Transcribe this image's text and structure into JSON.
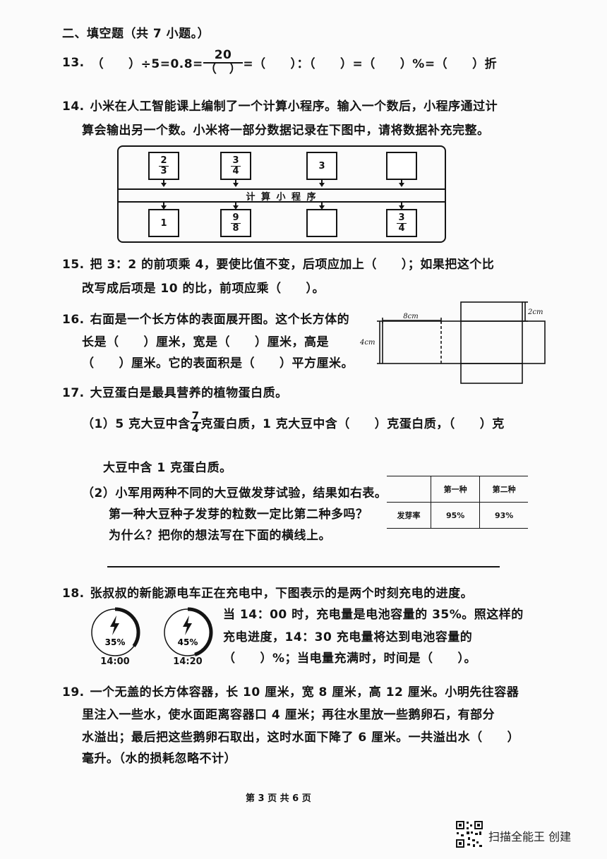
{
  "section": {
    "title": "二、填空题（共 7 小题。）"
  },
  "q13": {
    "num": "13.",
    "part1": "（　　）÷5=0.8=",
    "frac_num": "20",
    "frac_den": "（　）",
    "part2": "=（　　）：（　　）=（　　）%=（　　）折"
  },
  "q14": {
    "num": "14.",
    "line1": "小米在人工智能课上编制了一个计算小程序。输入一个数后，小程序通过计",
    "line2": "算会输出另一个数。小米将一部分数据记录在下图中，请将数据补充完整。",
    "program_label": "计 算 小 程 序",
    "inputs": [
      {
        "type": "frac",
        "num": "2",
        "den": "3"
      },
      {
        "type": "frac",
        "num": "3",
        "den": "4"
      },
      {
        "type": "text",
        "text": "3"
      },
      {
        "type": "text",
        "text": ""
      }
    ],
    "outputs": [
      {
        "type": "text",
        "text": "1"
      },
      {
        "type": "frac",
        "num": "9",
        "den": "8"
      },
      {
        "type": "text",
        "text": ""
      },
      {
        "type": "frac",
        "num": "3",
        "den": "4"
      }
    ]
  },
  "q15": {
    "num": "15.",
    "line1": "把 3：2 的前项乘 4，要使比值不变，后项应加上（　　）；如果把这个比",
    "line2": "改写成后项是 10 的比，前项应乘（　　）。"
  },
  "q16": {
    "num": "16.",
    "line1": "右面是一个长方体的表面展开图。这个长方体的",
    "line2": "长是（　　）厘米，宽是（　　）厘米，高是",
    "line3": "（　　）厘米。它的表面积是（　　）平方厘米。",
    "label_8cm": "8cm",
    "label_4cm": "4cm",
    "label_2cm": "2cm"
  },
  "q17": {
    "num": "17.",
    "intro": "大豆蛋白是最具营养的植物蛋白质。",
    "p1_a": "（1）5 克大豆中含",
    "p1_frac_num": "7",
    "p1_frac_den": "4",
    "p1_b": "克蛋白质，1 克大豆中含（　　）克蛋白质，（　　）克",
    "p1_c": "大豆中含 1 克蛋白质。",
    "p2_line1": "（2）小军用两种不同的大豆做发芽试验，结果如右表。",
    "p2_line2": "第一种大豆种子发芽的粒数一定比第二种多吗？",
    "p2_line3": "为什么？把你的想法写在下面的横线上。",
    "table": {
      "headers": [
        "",
        "第一种",
        "第二种"
      ],
      "row_label": "发芽率",
      "values": [
        "95%",
        "93%"
      ]
    }
  },
  "q18": {
    "num": "18.",
    "title": "张叔叔的新能源电车正在充电中，下图表示的是两个时刻充电的进度。",
    "line1": "当 14：00 时，充电量是电池容量的 35%。照这样的",
    "line2": "充电进度，14：30 充电量将达到电池容量的",
    "line3": "（　　）%；当电量充满时，时间是（　　）。",
    "gauges": [
      {
        "percent_label": "35%",
        "time": "14:00",
        "level": 35
      },
      {
        "percent_label": "45%",
        "time": "14:20",
        "level": 45
      }
    ]
  },
  "q19": {
    "num": "19.",
    "line1": "一个无盖的长方体容器，长 10 厘米，宽 8 厘米，高 12 厘米。小明先往容器",
    "line2": "里注入一些水，使水面距离容器口 4 厘米；再往水里放一些鹅卵石，有部分",
    "line3": "水溢出；最后把这些鹅卵石取出，这时水面下降了 6 厘米。一共溢出水（　　）",
    "line4": "毫升。（水的损耗忽略不计）"
  },
  "footer": {
    "page": "第 3 页 共 6 页",
    "watermark": "扫描全能王 创建"
  },
  "icons": [
    "lightning-icon",
    "qr-code-icon"
  ]
}
